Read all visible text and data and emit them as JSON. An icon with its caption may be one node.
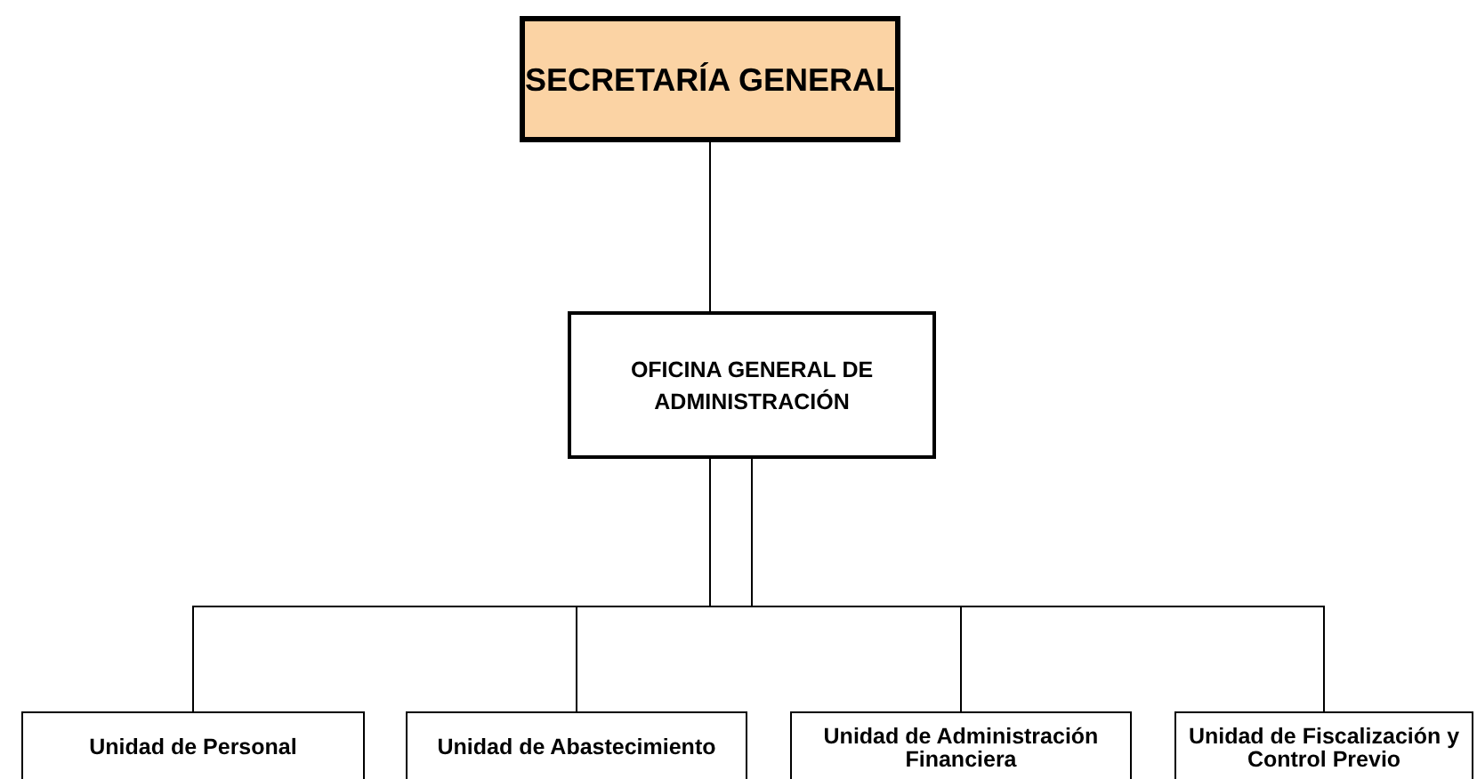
{
  "diagram": {
    "nodes": [
      {
        "text": [
          "SECRETARÍA GENERAL"
        ]
      },
      {
        "text": [
          "OFICINA GENERAL DE ADMINISTRACIÓN"
        ]
      },
      {
        "text": [
          "Unidad de Personal"
        ]
      },
      {
        "text": [
          "Unidad de Abastecimiento"
        ]
      },
      {
        "text": [
          "Unidad de Administración Financiera"
        ]
      },
      {
        "text": [
          "Unidad de Fiscalización y Control Previo"
        ]
      }
    ],
    "edges": [
      {
        "from": 0,
        "to": 1,
        "arrow": "none"
      },
      {
        "from": 1,
        "to": 2,
        "arrow": "none"
      },
      {
        "from": 1,
        "to": 3,
        "arrow": "none"
      },
      {
        "from": 1,
        "to": 4,
        "arrow": "none"
      },
      {
        "from": 1,
        "to": 5,
        "arrow": "none"
      }
    ]
  }
}
